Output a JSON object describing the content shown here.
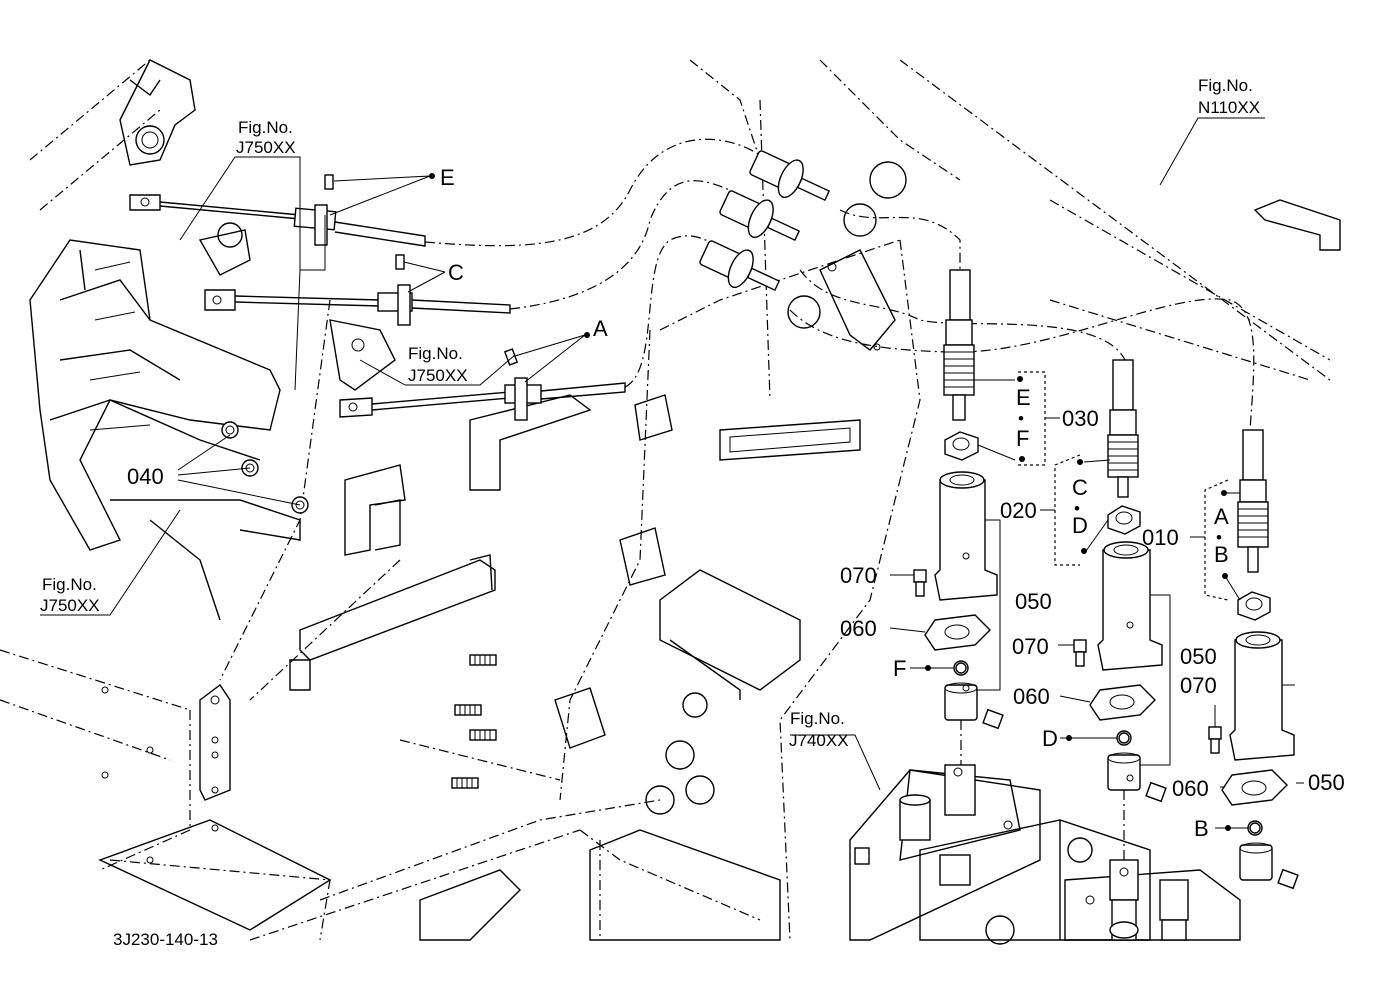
{
  "figure_refs": {
    "top_left": {
      "line1": "Fig.No.",
      "line2": "J750XX"
    },
    "middle": {
      "line1": "Fig.No.",
      "line2": "J750XX"
    },
    "bottom_left": {
      "line1": "Fig.No.",
      "line2": "J750XX"
    },
    "top_right": {
      "line1": "Fig.No.",
      "line2": "N110XX"
    },
    "valve": {
      "line1": "Fig.No.",
      "line2": "J740XX"
    }
  },
  "letters": {
    "A": "A",
    "B": "B",
    "C": "C",
    "D": "D",
    "E": "E",
    "F": "F"
  },
  "part_numbers": {
    "p010": "010",
    "p020": "020",
    "p030": "030",
    "p040": "040",
    "p050": "050",
    "p060": "060",
    "p070": "070"
  },
  "bracket_labels": {
    "ef_top": "E",
    "ef_bot": "F",
    "cd_top": "C",
    "cd_bot": "D",
    "ab_top": "A",
    "ab_bot": "B",
    "sep": "•"
  },
  "drawing_code": "3J230-140-13"
}
